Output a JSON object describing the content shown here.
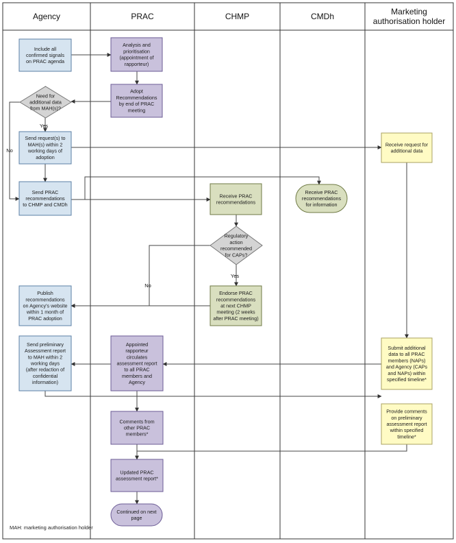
{
  "lanes": [
    {
      "id": "agency",
      "title": [
        "Agency"
      ]
    },
    {
      "id": "prac",
      "title": [
        "PRAC"
      ]
    },
    {
      "id": "chmp",
      "title": [
        "CHMP"
      ]
    },
    {
      "id": "cmdh",
      "title": [
        "CMDh"
      ]
    },
    {
      "id": "mah",
      "title": [
        "Marketing",
        "authorisation holder"
      ]
    }
  ],
  "nodes": {
    "a_include": [
      "Include all",
      "confirmed signals",
      "on PRAC agenda"
    ],
    "p_analysis": [
      "Analysis and",
      "prioritisation",
      "(appointment of",
      "rapporteur)"
    ],
    "p_adopt": [
      "Adopt",
      "Recommendations",
      "by end of PRAC",
      "meeting"
    ],
    "a_need": [
      "Need for",
      "additional data",
      "from MAH(s)?"
    ],
    "a_send_req": [
      "Send request(s) to",
      "MAH(s) within 2",
      "working days of",
      "adoption"
    ],
    "m_receive": [
      "Receive request for",
      "additional data"
    ],
    "a_send_prac": [
      "Send PRAC",
      "recommendations",
      "to CHMP and CMDh"
    ],
    "c_receive": [
      "Receive PRAC",
      "recommendations"
    ],
    "d_receive": [
      "Receive PRAC",
      "recommendations",
      "for information"
    ],
    "c_regulatory": [
      "Regulatory",
      "action",
      "recommended",
      "for CAPs?"
    ],
    "c_endorse": [
      "Endorse PRAC",
      "recommendations",
      "at next CHMP",
      "meeting (2 weeks",
      "after PRAC meeting)"
    ],
    "a_publish": [
      "Publish",
      "recommendations",
      "on Agency's website",
      "within 1 month of",
      "PRAC adoption"
    ],
    "a_send_prelim": [
      "Send preliminary",
      "Assessment report",
      "to MAH within 2",
      "working days",
      "(after redaction of",
      "confidential",
      "information)"
    ],
    "p_rapporteur": [
      "Appointed",
      "rapporteur",
      "circulates",
      "assessment report",
      "to all PRAC",
      "members and",
      "Agency"
    ],
    "m_submit": [
      "Submit additional",
      "data to all PRAC",
      "members (NAPs)",
      "and Agency (CAPs",
      "and NAPs) within",
      "specified timeline*"
    ],
    "m_provide": [
      "Provide comments",
      "on preliminary",
      "assessment report",
      "within specified",
      "timeline*"
    ],
    "p_comments": [
      "Comments from",
      "other PRAC",
      "members*"
    ],
    "p_updated": [
      "Updated PRAC",
      "assessment report*"
    ],
    "p_continued": [
      "Continued on next",
      "page"
    ]
  },
  "edge_labels": {
    "yes1": "Yes",
    "no1": "No",
    "yes2": "Yes",
    "no2": "No"
  },
  "footnote": "MAH: marketing authorisation holder",
  "colors": {
    "blue_fill": "#d6e4f0",
    "blue_stroke": "#5b7fa6",
    "purple_fill": "#c9c1dc",
    "purple_stroke": "#6b5b95",
    "green_fill": "#d9dfbf",
    "green_stroke": "#6f7a45",
    "yellow_fill": "#fffbc4",
    "yellow_stroke": "#a8a060",
    "gray_fill": "#d4d4d4",
    "gray_stroke": "#777777",
    "line": "#444444"
  }
}
